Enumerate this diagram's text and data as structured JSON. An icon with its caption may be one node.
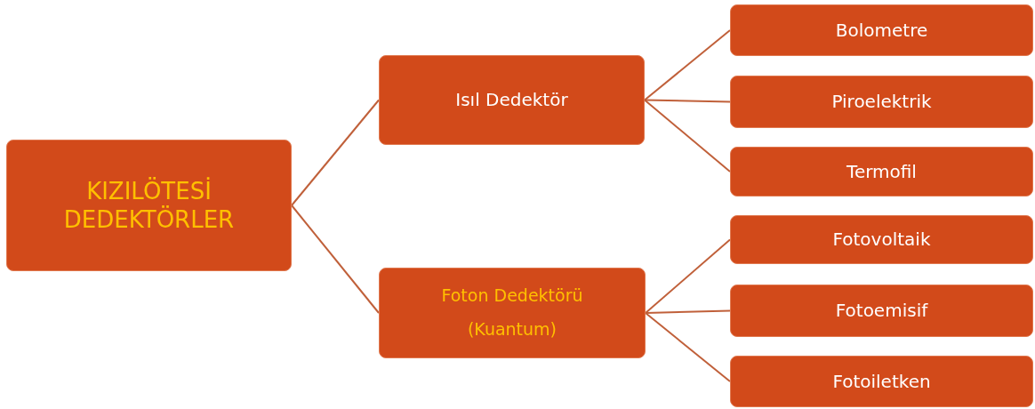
{
  "diagram": {
    "nodes": [
      {
        "text": [
          "KIZILÖTESİ DEDEKTÖRLER"
        ]
      },
      {
        "text": [
          "Isıl Dedektör"
        ]
      },
      {
        "text": [
          "Foton Dedektörü",
          "(Kuantum)"
        ]
      },
      {
        "text": [
          "Bolometre"
        ]
      },
      {
        "text": [
          "Piroelektrik"
        ]
      },
      {
        "text": [
          "Termofil"
        ]
      },
      {
        "text": [
          "Fotovoltaik"
        ]
      },
      {
        "text": [
          "Fotoemisif"
        ]
      },
      {
        "text": [
          "Fotoiletken"
        ]
      }
    ],
    "edges": [
      {
        "from": 0,
        "to": 1,
        "arrow": "none"
      },
      {
        "from": 0,
        "to": 2,
        "arrow": "none"
      },
      {
        "from": 1,
        "to": 3,
        "arrow": "none"
      },
      {
        "from": 1,
        "to": 4,
        "arrow": "none"
      },
      {
        "from": 1,
        "to": 5,
        "arrow": "none"
      },
      {
        "from": 2,
        "to": 6,
        "arrow": "none"
      },
      {
        "from": 2,
        "to": 7,
        "arrow": "none"
      },
      {
        "from": 2,
        "to": 8,
        "arrow": "none"
      }
    ]
  }
}
